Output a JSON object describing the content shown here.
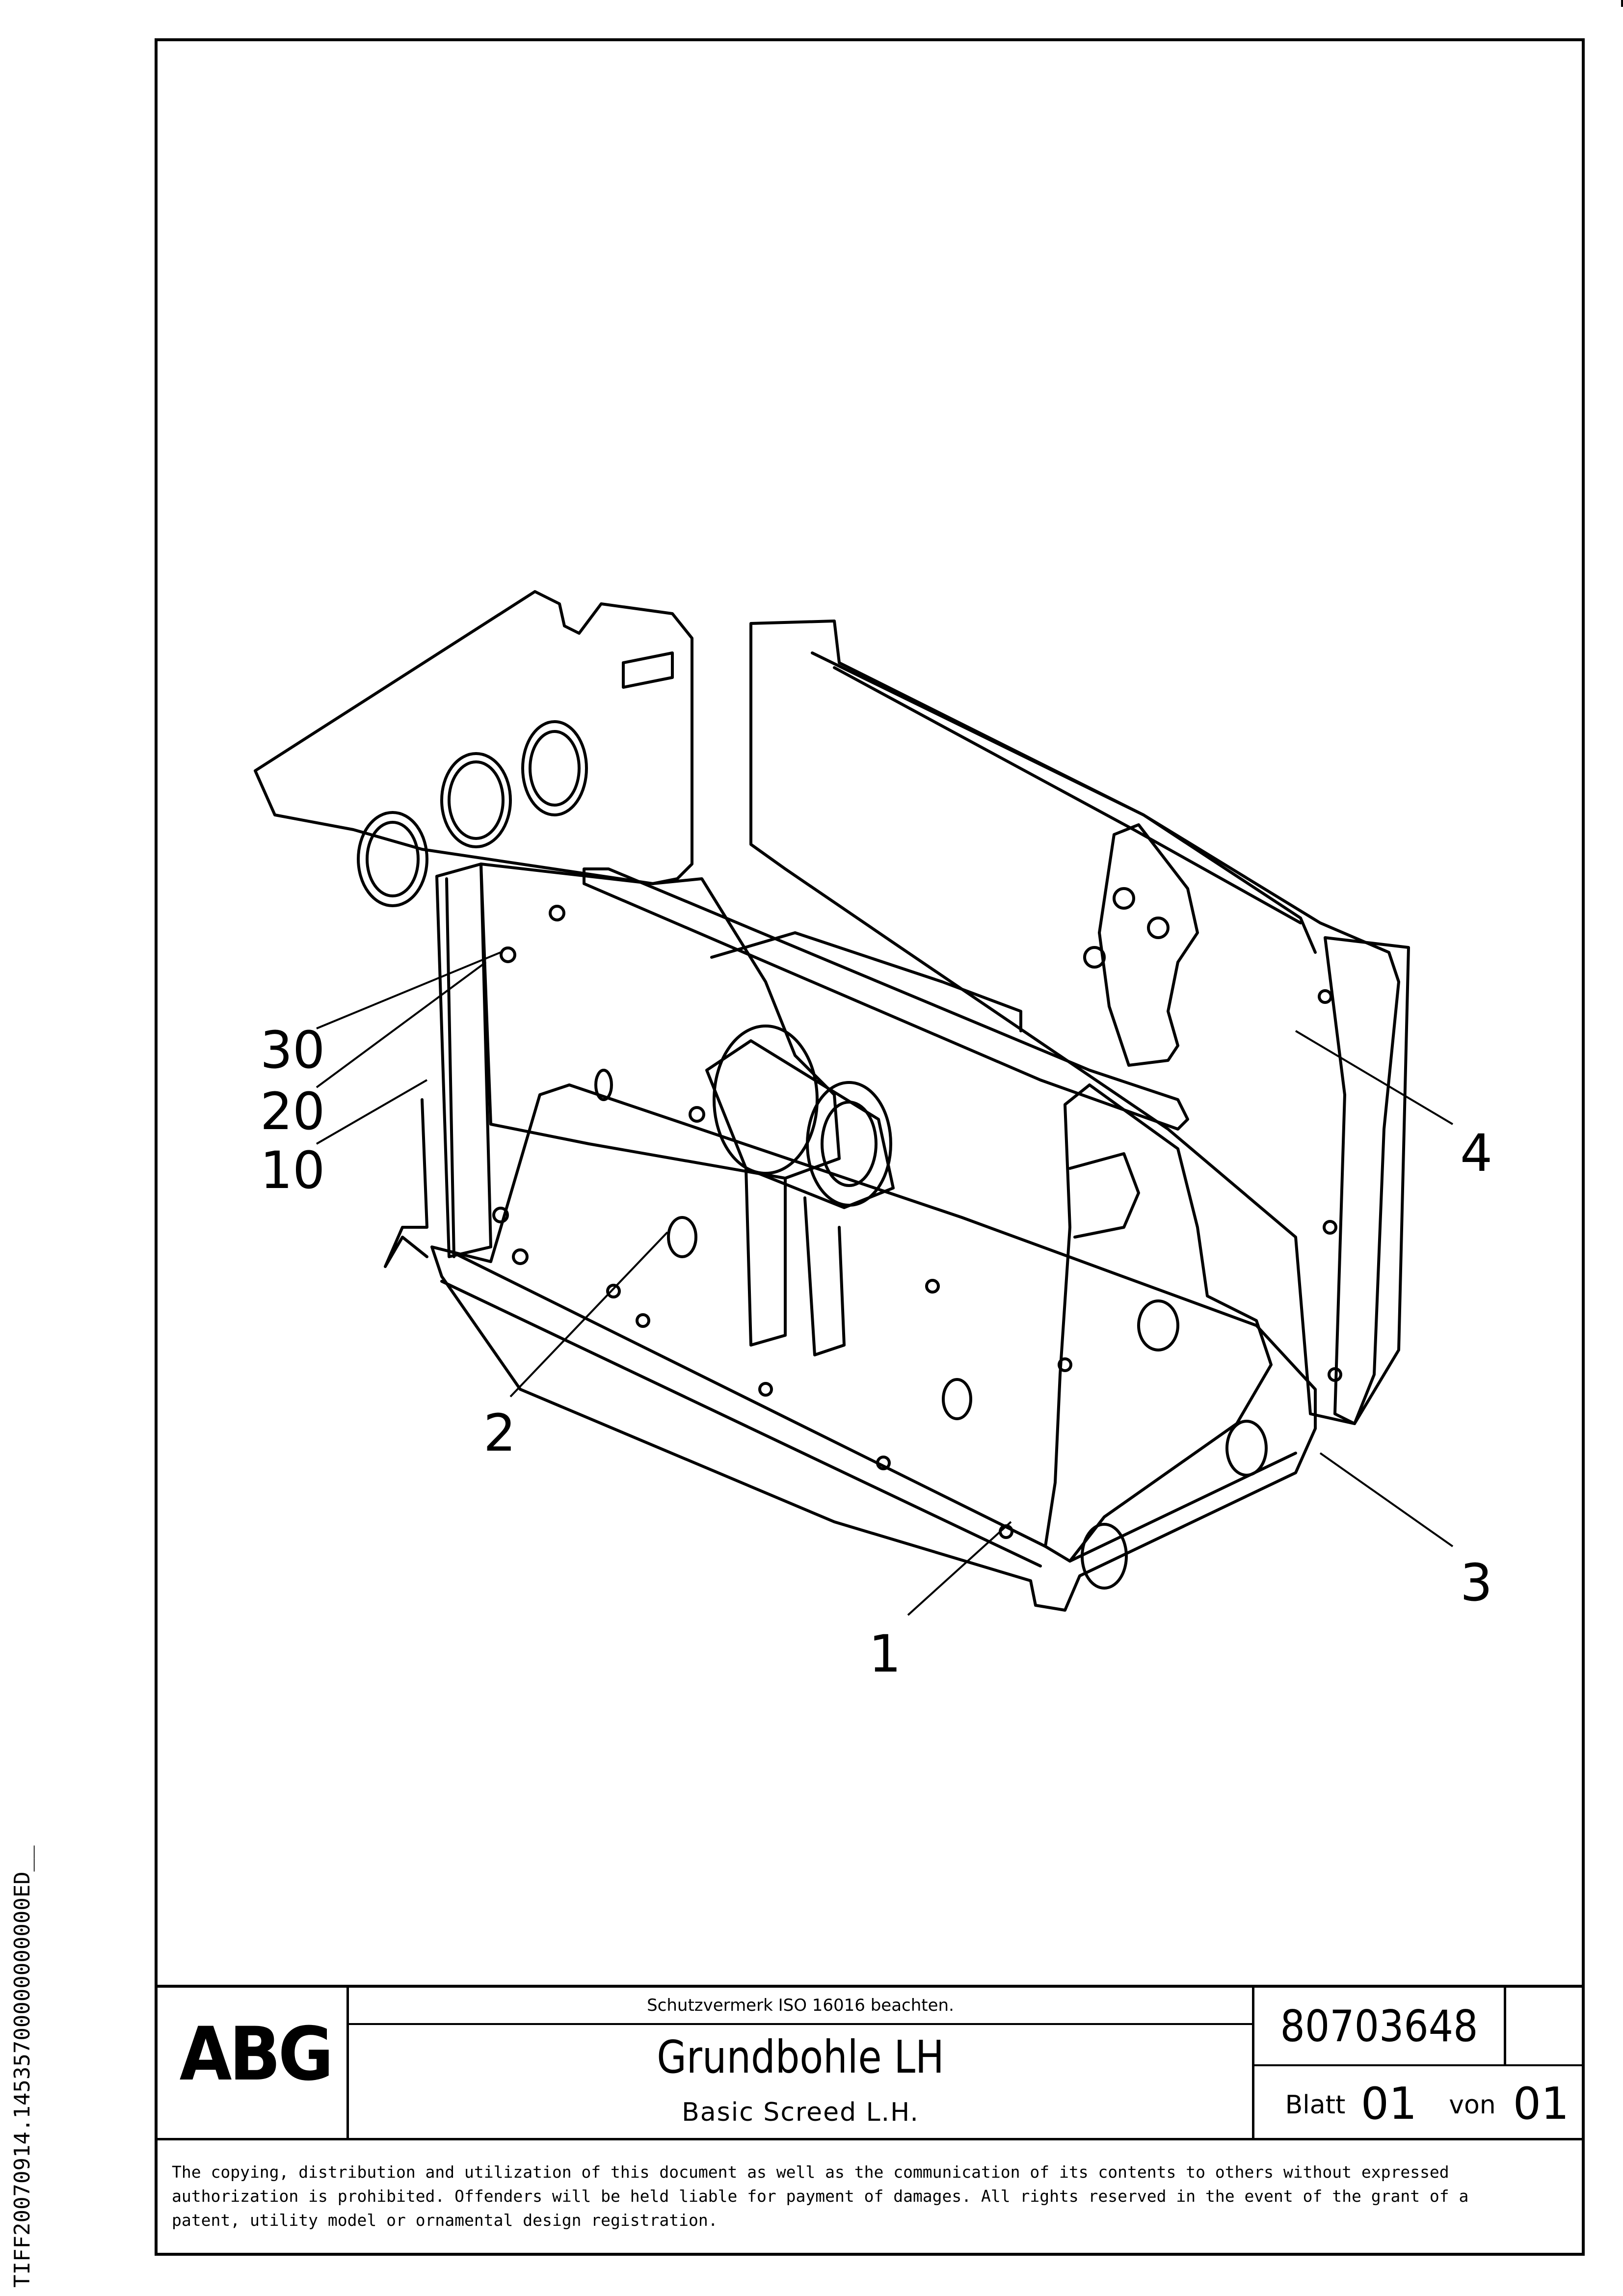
{
  "side_id": "TIFF20070914.14535700000000000ED__",
  "callouts": [
    "30",
    "20",
    "10",
    "2",
    "1",
    "3",
    "4"
  ],
  "title_block": {
    "logo": "ABG",
    "protection_note": "Schutzvermerk ISO 16016 beachten.",
    "title": "Grundbohle LH",
    "subtitle": "Basic Screed L.H.",
    "doc_number": "80703648",
    "sheet_label": "Blatt",
    "sheet_number": "01",
    "of_label": "von",
    "total_sheets": "01"
  },
  "notice": "The copying, distribution and utilization of this document as well as the communication of its contents to others without expressed authorization is prohibited. Offenders will be held liable for payment of damages. All rights reserved in the event of the grant of a patent, utility model or ornamental design registration."
}
